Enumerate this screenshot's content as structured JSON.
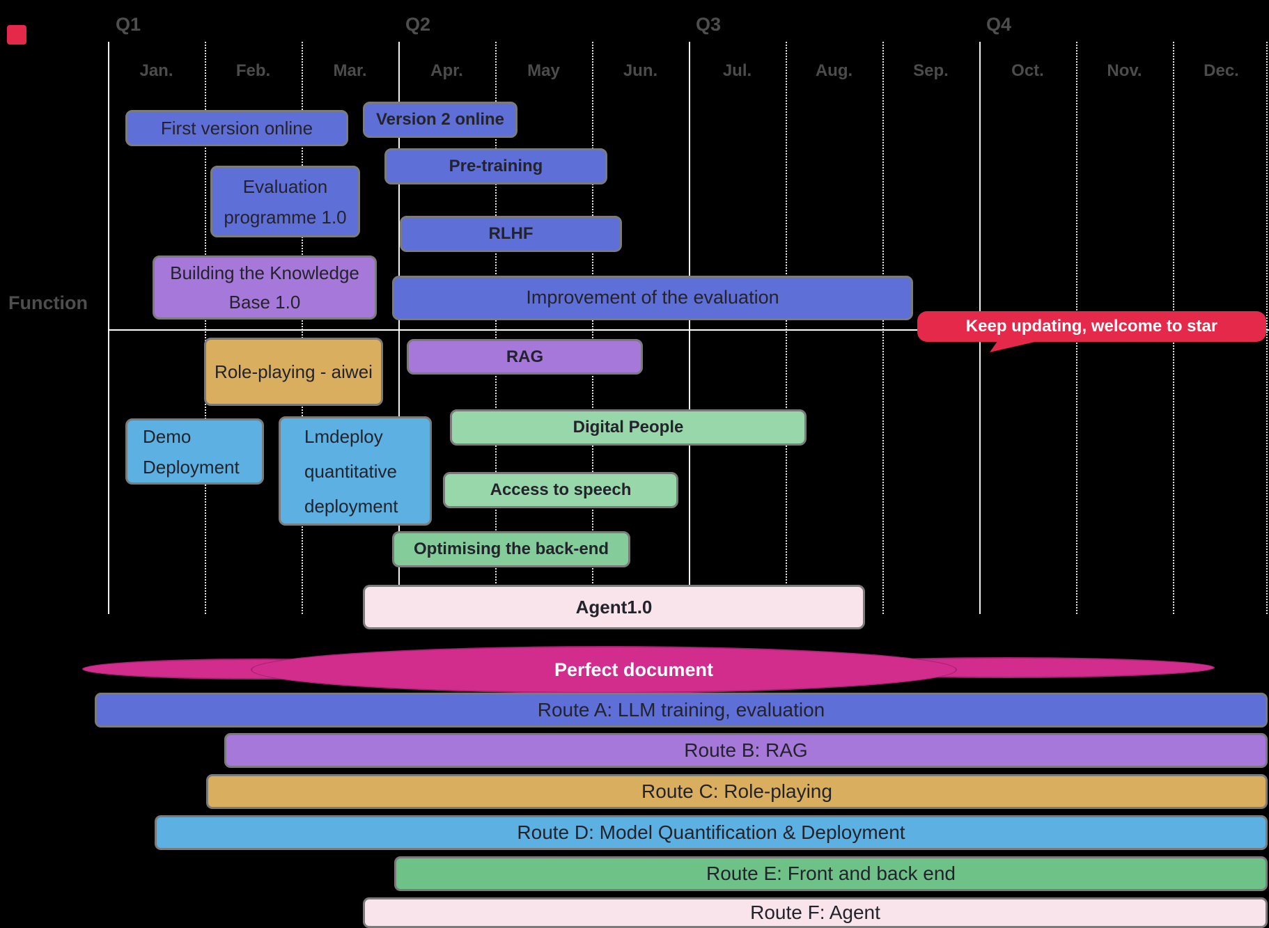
{
  "axis": {
    "quarters": [
      "Q1",
      "Q2",
      "Q3",
      "Q4"
    ],
    "months": [
      "Jan.",
      "Feb.",
      "Mar.",
      "Apr.",
      "May",
      "Jun.",
      "Jul.",
      "Aug.",
      "Sep.",
      "Oct.",
      "Nov.",
      "Dec."
    ],
    "row_label": "Function"
  },
  "tasks": [
    {
      "label": "First version online"
    },
    {
      "label": "Version 2 online"
    },
    {
      "label": "Pre-training"
    },
    {
      "label": "Evaluation programme 1.0"
    },
    {
      "label": "RLHF"
    },
    {
      "label": "Building the Knowledge Base 1.0"
    },
    {
      "label": "Improvement of the evaluation"
    },
    {
      "label": "Role-playing - aiwei"
    },
    {
      "label": "RAG"
    },
    {
      "label": "Demo Deployment"
    },
    {
      "label": "Lmdeploy quantitative deployment"
    },
    {
      "label": "Digital People"
    },
    {
      "label": "Access to speech"
    },
    {
      "label": "Optimising the back-end"
    },
    {
      "label": "Agent1.0"
    }
  ],
  "callout": {
    "label": "Keep updating, welcome to star"
  },
  "banner": {
    "label": "Perfect document"
  },
  "routes": [
    {
      "label": "Route A: LLM training, evaluation"
    },
    {
      "label": "Route B: RAG"
    },
    {
      "label": "Route C: Role-playing"
    },
    {
      "label": "Route D: Model Quantification & Deployment"
    },
    {
      "label": "Route E: Front and back end"
    },
    {
      "label": "Route F: Agent"
    }
  ],
  "colors": {
    "background": "#000000",
    "blue": "#5f6fd8",
    "purple": "#a678d9",
    "gold": "#d9ae5e",
    "light_blue": "#5db0e2",
    "green_light": "#98d7a9",
    "green_mid": "#85cc9b",
    "green_route": "#6fc287",
    "pink": "#f8e4ea",
    "red": "#e5294a",
    "magenta": "#d22d8d",
    "bar_border": "#7b7b7b",
    "grid_line": "#ffffff",
    "axis_text": "#4e4e4e",
    "bar_text": "#23232b"
  },
  "chart_data": {
    "type": "gantt",
    "unit": "months (1 = start of Jan., 13 = end of Dec.)",
    "x_axis": {
      "quarters": [
        "Q1",
        "Q2",
        "Q3",
        "Q4"
      ],
      "months": [
        "Jan.",
        "Feb.",
        "Mar.",
        "Apr.",
        "May",
        "Jun.",
        "Jul.",
        "Aug.",
        "Sep.",
        "Oct.",
        "Nov.",
        "Dec."
      ]
    },
    "row_group_label": "Function",
    "tasks": [
      {
        "label": "First version online",
        "start": 1.2,
        "end": 3.5,
        "color": "blue",
        "bold": false
      },
      {
        "label": "Version 2 online",
        "start": 3.6,
        "end": 5.2,
        "color": "blue",
        "bold": true
      },
      {
        "label": "Pre-training",
        "start": 3.9,
        "end": 6.2,
        "color": "blue",
        "bold": true
      },
      {
        "label": "Evaluation programme 1.0",
        "start": 2.1,
        "end": 3.6,
        "color": "blue",
        "bold": false
      },
      {
        "label": "RLHF",
        "start": 4.0,
        "end": 6.3,
        "color": "blue",
        "bold": true
      },
      {
        "label": "Building the Knowledge Base 1.0",
        "start": 1.5,
        "end": 3.8,
        "color": "purple",
        "bold": false
      },
      {
        "label": "Improvement of the evaluation",
        "start": 3.9,
        "end": 9.3,
        "color": "blue",
        "bold": false
      },
      {
        "label": "Role-playing - aiwei",
        "start": 2.0,
        "end": 3.8,
        "color": "gold",
        "bold": false
      },
      {
        "label": "RAG",
        "start": 4.1,
        "end": 6.5,
        "color": "purple",
        "bold": true
      },
      {
        "label": "Demo Deployment",
        "start": 1.2,
        "end": 2.6,
        "color": "light_blue",
        "bold": false
      },
      {
        "label": "Lmdeploy quantitative deployment",
        "start": 2.8,
        "end": 4.3,
        "color": "light_blue",
        "bold": false
      },
      {
        "label": "Digital People",
        "start": 4.5,
        "end": 8.2,
        "color": "green_light",
        "bold": true
      },
      {
        "label": "Access to speech",
        "start": 4.5,
        "end": 6.9,
        "color": "green_light",
        "bold": true
      },
      {
        "label": "Optimising the back-end",
        "start": 3.9,
        "end": 6.4,
        "color": "green_mid",
        "bold": true
      },
      {
        "label": "Agent1.0",
        "start": 3.6,
        "end": 8.8,
        "color": "pink",
        "bold": true
      }
    ],
    "callout": {
      "label": "Keep updating, welcome to star",
      "start": 9.4,
      "end": 13,
      "color": "red"
    },
    "banner": {
      "label": "Perfect document",
      "start": 0.7,
      "end": 12.4,
      "color": "magenta"
    },
    "routes": [
      {
        "label": "Route A: LLM training, evaluation",
        "start": 0.9,
        "end": 13,
        "color": "blue"
      },
      {
        "label": "Route B: RAG",
        "start": 2.2,
        "end": 13,
        "color": "purple"
      },
      {
        "label": "Route C: Role-playing",
        "start": 2.0,
        "end": 13,
        "color": "gold"
      },
      {
        "label": "Route D: Model Quantification & Deployment",
        "start": 1.5,
        "end": 13,
        "color": "light_blue"
      },
      {
        "label": "Route E: Front and back end",
        "start": 4.0,
        "end": 13,
        "color": "green_route"
      },
      {
        "label": "Route F: Agent",
        "start": 3.6,
        "end": 13,
        "color": "pink"
      }
    ]
  }
}
